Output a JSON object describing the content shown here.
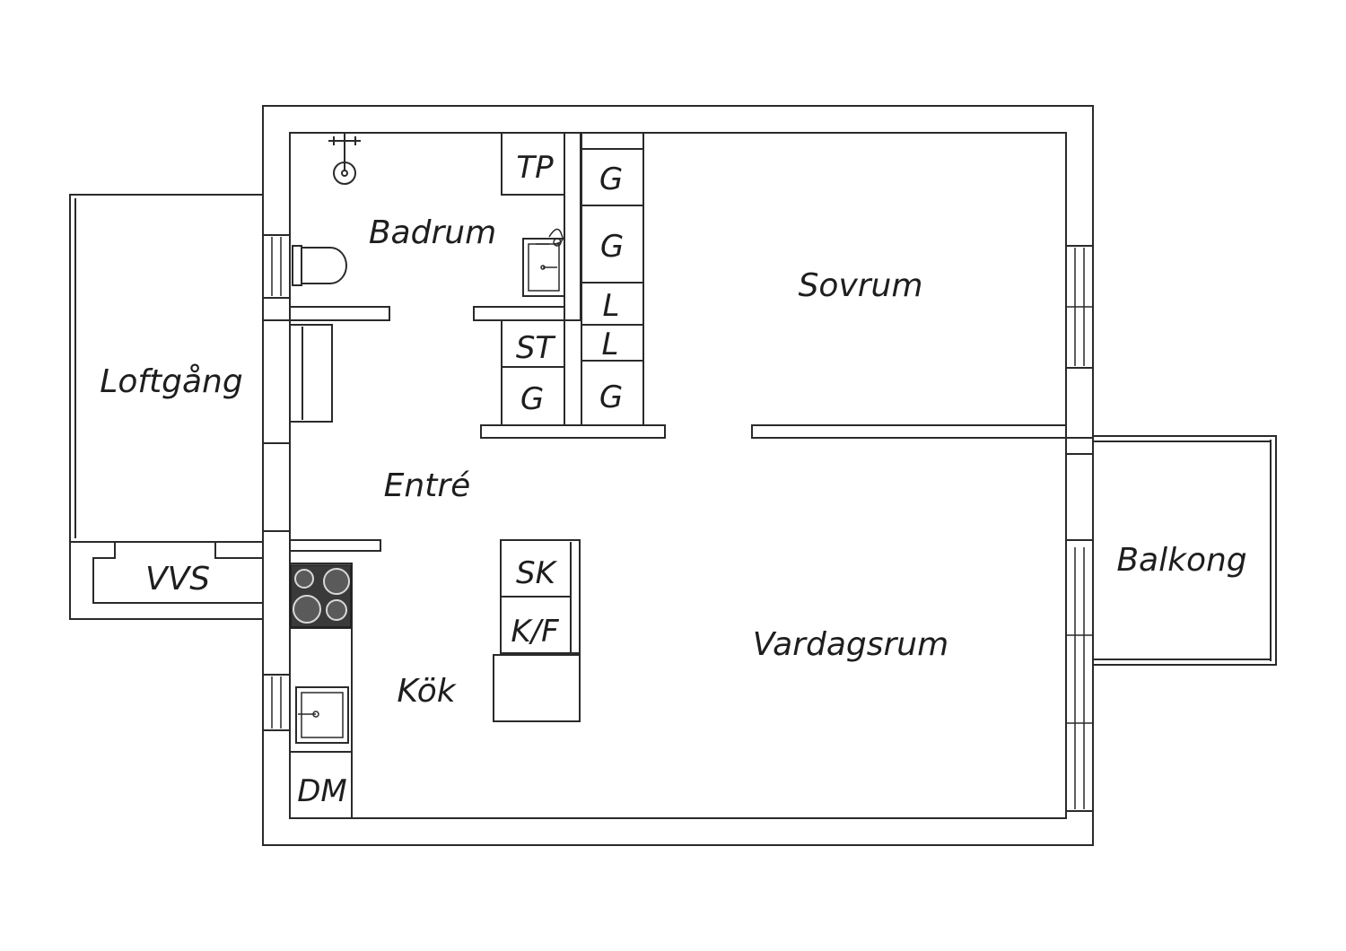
{
  "rooms": {
    "loftgang": "Loftgång",
    "badrum": "Badrum",
    "sovrum": "Sovrum",
    "entre": "Entré",
    "vardagsrum": "Vardagsrum",
    "kok": "Kök",
    "balkong": "Balkong",
    "vvs": "VVS"
  },
  "fixtures": {
    "tp": "TP",
    "g1": "G",
    "g2": "G",
    "l1": "L",
    "l2": "L",
    "st": "ST",
    "g3": "G",
    "g4": "G",
    "sk": "SK",
    "kf": "K/F",
    "dm": "DM"
  }
}
